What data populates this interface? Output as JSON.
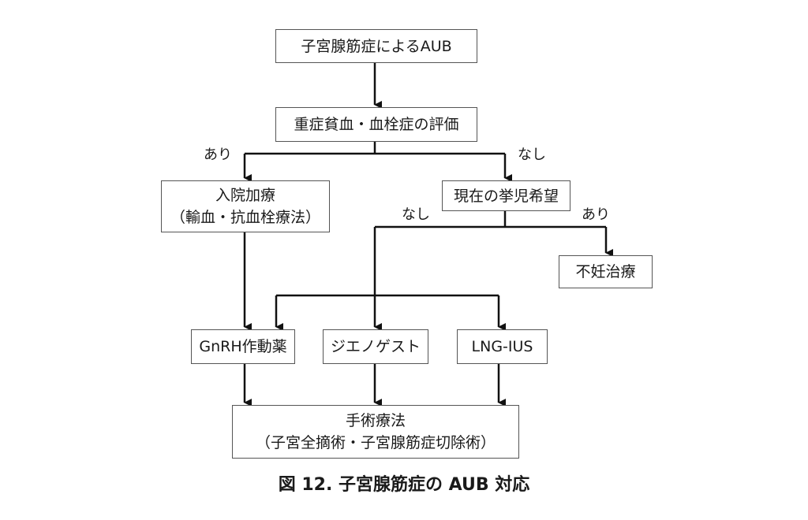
{
  "nodes": {
    "aub": "子宮腺筋症によるAUB",
    "eval": "重症貧血・血栓症の評価",
    "admit_line1": "入院加療",
    "admit_line2": "（輸血・抗血栓療法）",
    "fertility": "現在の挙児希望",
    "infertility": "不妊治療",
    "gnrh": "GnRH作動薬",
    "dienogest": "ジエノゲスト",
    "lngius": "LNG-IUS",
    "surgery_line1": "手術療法",
    "surgery_line2": "（子宮全摘術・子宮腺筋症切除術）"
  },
  "edge_labels": {
    "eval_yes": "あり",
    "eval_no": "なし",
    "fert_no": "なし",
    "fert_yes": "あり"
  },
  "caption": "図 12.  子宮腺筋症の AUB 対応"
}
